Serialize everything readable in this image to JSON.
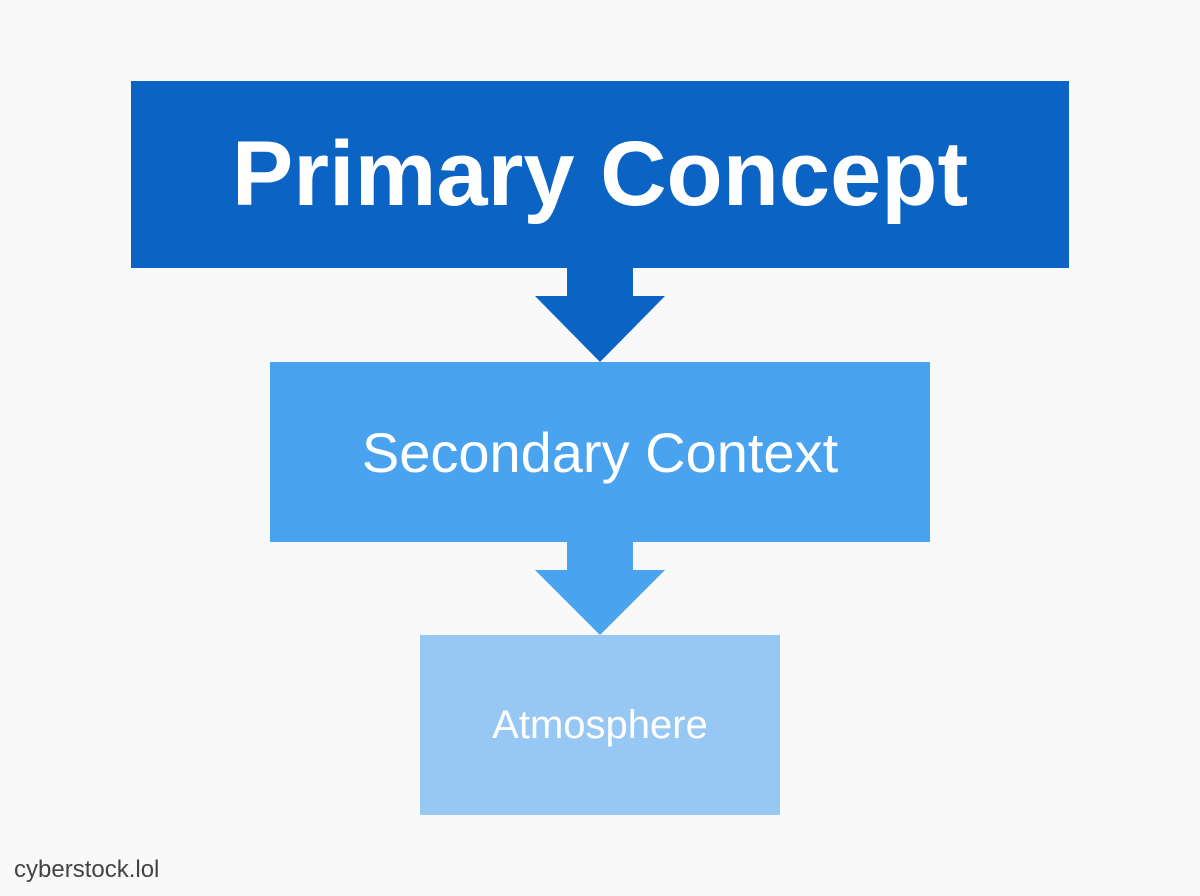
{
  "diagram": {
    "nodes": [
      {
        "id": "primary",
        "label": "Primary Concept",
        "color": "#0b63c4"
      },
      {
        "id": "secondary",
        "label": "Secondary Context",
        "color": "#4aa3ef"
      },
      {
        "id": "tertiary",
        "label": "Atmosphere",
        "color": "#97c8f4"
      }
    ],
    "edges": [
      {
        "from": "primary",
        "to": "secondary",
        "color": "#0b63c4"
      },
      {
        "from": "secondary",
        "to": "tertiary",
        "color": "#4aa3ef"
      }
    ]
  },
  "watermark": {
    "text": "cyberstock.lol"
  }
}
